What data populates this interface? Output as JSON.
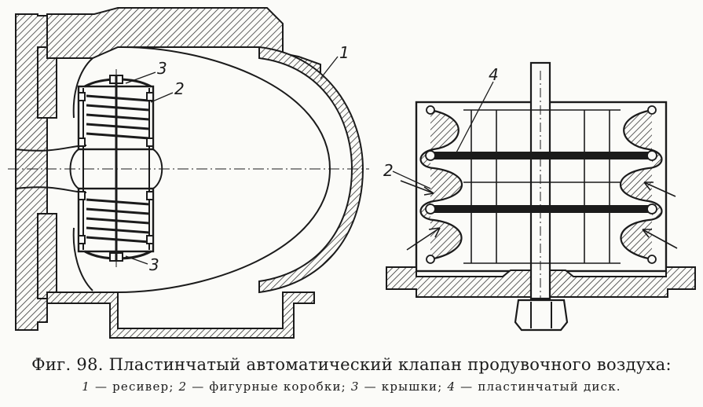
{
  "figure": {
    "caption_title": "Фиг. 98. Пластинчатый автоматический клапан продувочного воздуха:",
    "legend": [
      {
        "num": "1",
        "text": "— ресивер;"
      },
      {
        "num": "2",
        "text": "— фигурные коробки;"
      },
      {
        "num": "3",
        "text": "— крышки;"
      },
      {
        "num": "4",
        "text": "— пластинчатый диск."
      }
    ],
    "labels": {
      "receiver": "1",
      "boxes_left": "2",
      "cover_top": "3",
      "cover_bottom": "3",
      "disk_right": "4",
      "boxes_right": "2"
    },
    "colors": {
      "ink": "#1b1b1b",
      "paper": "#fbfbf8"
    }
  }
}
